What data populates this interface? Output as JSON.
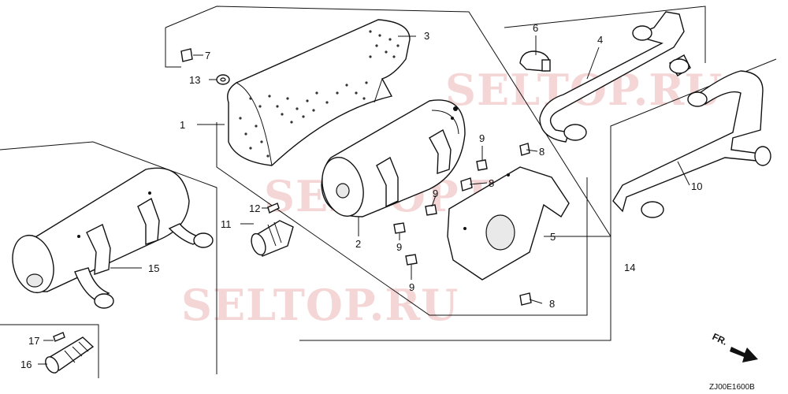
{
  "diagram": {
    "watermarks": [
      "SELTOP.RU",
      "SELTOP.RU",
      "SELTOP.RU"
    ],
    "part_labels": [
      "1",
      "2",
      "3",
      "4",
      "5",
      "6",
      "7",
      "8",
      "8",
      "8",
      "9",
      "9",
      "9",
      "9",
      "10",
      "11",
      "12",
      "13",
      "14",
      "15",
      "16",
      "17"
    ],
    "drawing_code": "ZJ00E1600B",
    "direction_label": "FR."
  }
}
